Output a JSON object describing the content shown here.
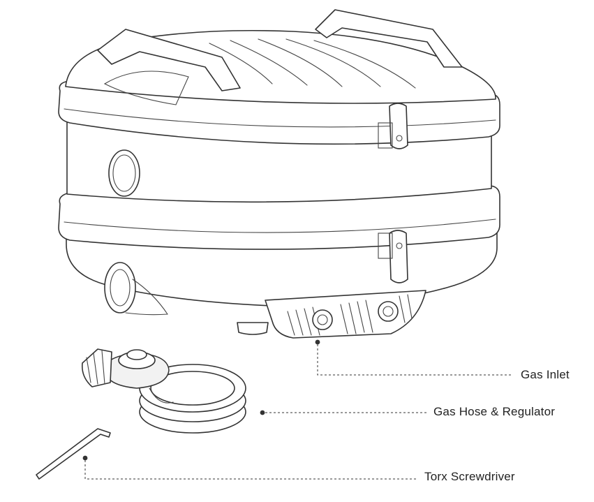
{
  "callouts": {
    "gas_inlet": "Gas Inlet",
    "hose_regulator": "Gas Hose & Regulator",
    "torx_screwdriver": "Torx Screwdriver"
  },
  "colors": {
    "line": "#333333",
    "background": "#ffffff"
  }
}
